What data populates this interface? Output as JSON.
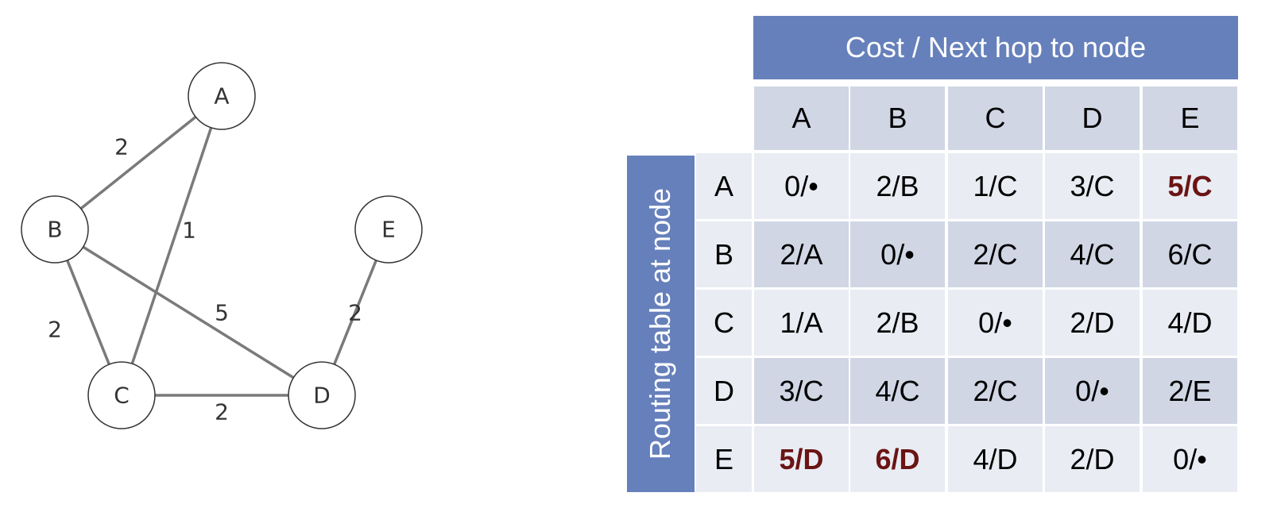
{
  "graph": {
    "nodes": [
      {
        "id": "A",
        "label": "A"
      },
      {
        "id": "B",
        "label": "B"
      },
      {
        "id": "C",
        "label": "C"
      },
      {
        "id": "D",
        "label": "D"
      },
      {
        "id": "E",
        "label": "E"
      }
    ],
    "edges": [
      {
        "from": "A",
        "to": "B",
        "weight": "2"
      },
      {
        "from": "A",
        "to": "C",
        "weight": "1"
      },
      {
        "from": "B",
        "to": "C",
        "weight": "2"
      },
      {
        "from": "B",
        "to": "D",
        "weight": "5"
      },
      {
        "from": "C",
        "to": "D",
        "weight": "2"
      },
      {
        "from": "D",
        "to": "E",
        "weight": "2"
      }
    ]
  },
  "table": {
    "column_title": "Cost / Next hop to node",
    "row_title": "Routing table at node",
    "columns": [
      "A",
      "B",
      "C",
      "D",
      "E"
    ],
    "rows": [
      {
        "node": "A",
        "cells": [
          "0/•",
          "2/B",
          "1/C",
          "3/C",
          "5/C"
        ],
        "highlight": [
          false,
          false,
          false,
          false,
          true
        ]
      },
      {
        "node": "B",
        "cells": [
          "2/A",
          "0/•",
          "2/C",
          "4/C",
          "6/C"
        ],
        "highlight": [
          false,
          false,
          false,
          false,
          false
        ]
      },
      {
        "node": "C",
        "cells": [
          "1/A",
          "2/B",
          "0/•",
          "2/D",
          "4/D"
        ],
        "highlight": [
          false,
          false,
          false,
          false,
          false
        ]
      },
      {
        "node": "D",
        "cells": [
          "3/C",
          "4/C",
          "2/C",
          "0/•",
          "2/E"
        ],
        "highlight": [
          false,
          false,
          false,
          false,
          false
        ]
      },
      {
        "node": "E",
        "cells": [
          "5/D",
          "6/D",
          "4/D",
          "2/D",
          "0/•"
        ],
        "highlight": [
          true,
          true,
          false,
          false,
          false
        ]
      }
    ],
    "highlight_color": "#6b1414",
    "header_color": "#6680bb"
  }
}
